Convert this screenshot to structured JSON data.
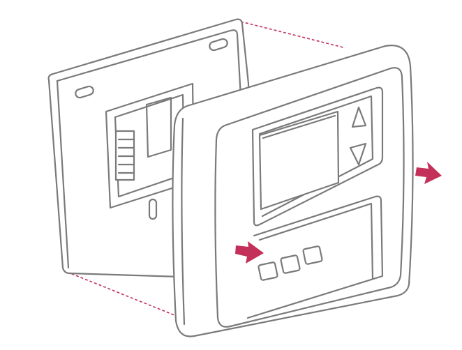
{
  "illustration": {
    "subject": "thermostat-mounting",
    "colors": {
      "outline": "#7a7a7a",
      "accent": "#c3305a",
      "background": "#ffffff"
    },
    "icons": [
      "up-arrow-button",
      "down-arrow-button",
      "direction-arrow"
    ]
  }
}
